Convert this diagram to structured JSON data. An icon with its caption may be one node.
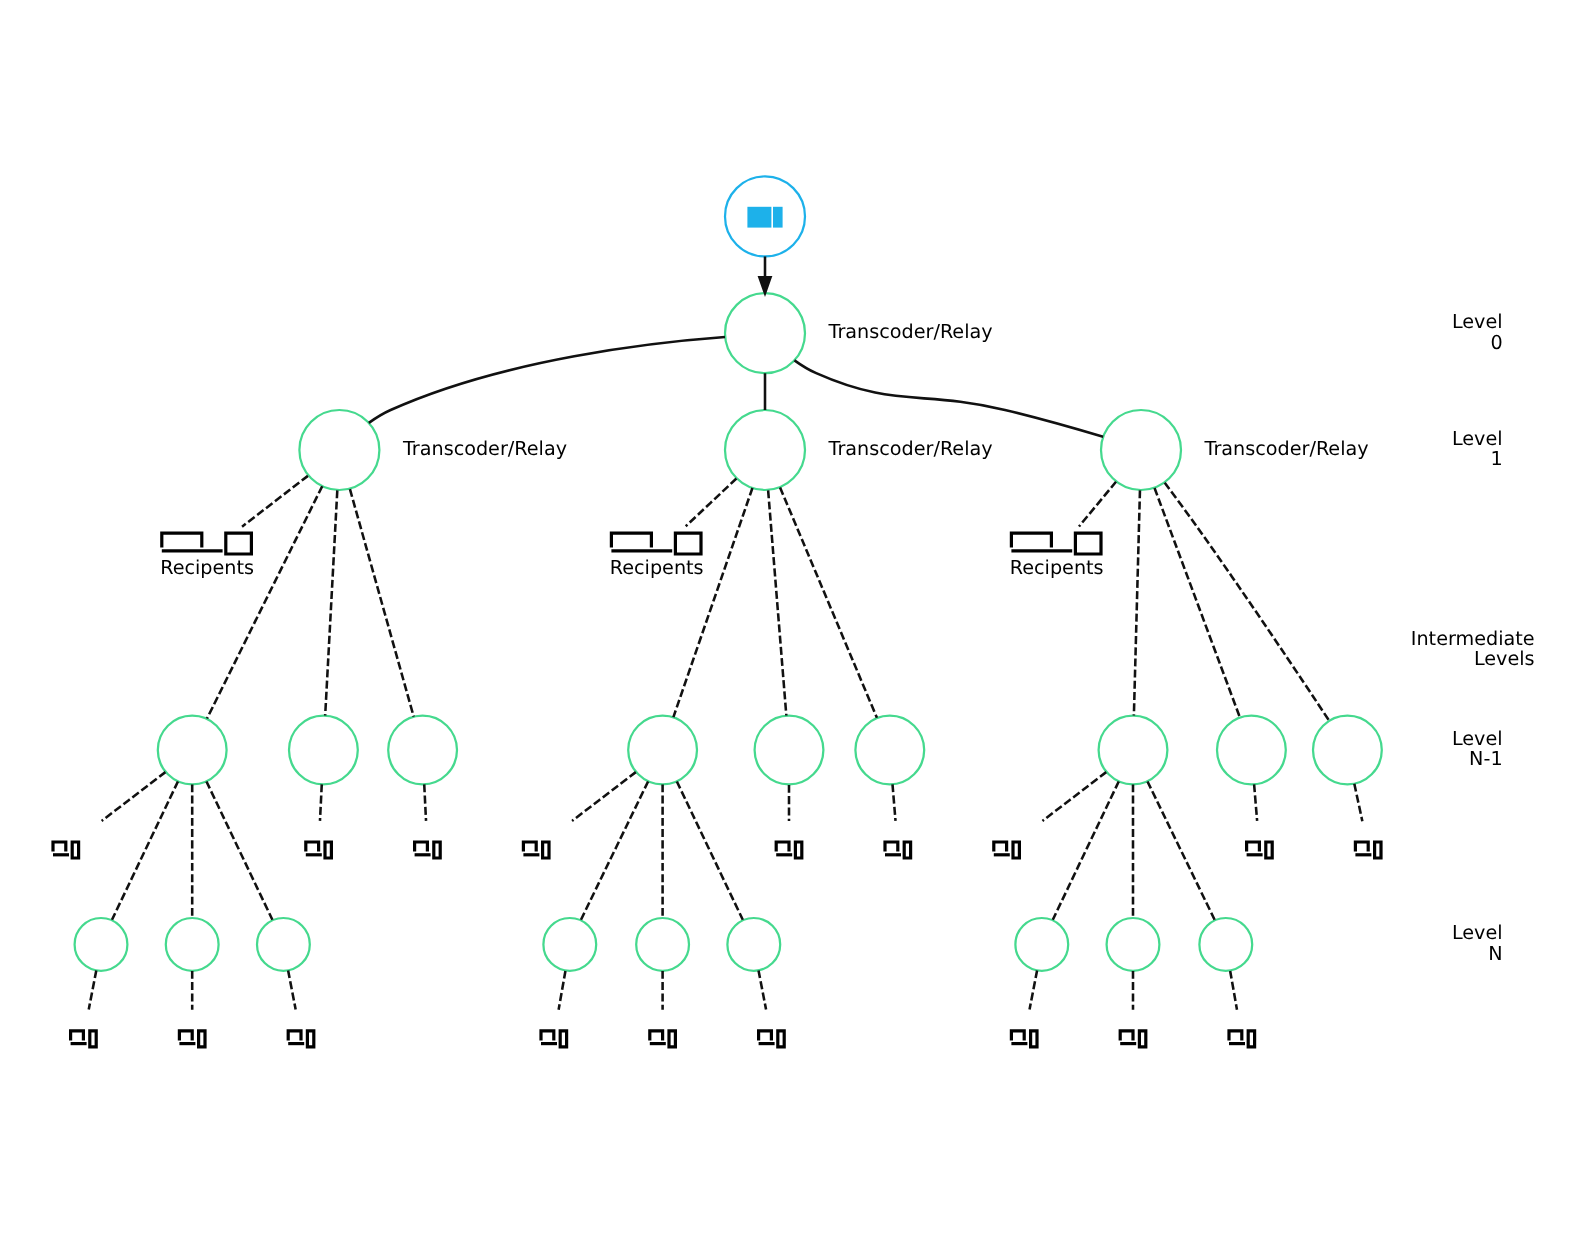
{
  "diagram": {
    "nodes": [
      {
        "text": [],
        "shape": "circle"
      },
      {
        "text": [],
        "shape": "circle",
        "beside": [
          "Transcoder/Relay"
        ]
      },
      {
        "text": [],
        "shape": "circle",
        "beside": [
          "Transcoder/Relay"
        ]
      },
      {
        "text": [],
        "shape": "circle",
        "beside": [
          "Transcoder/Relay"
        ]
      },
      {
        "text": [],
        "shape": "circle",
        "beside": [
          "Transcoder/Relay"
        ]
      },
      {
        "text": [
          "Recipents"
        ]
      },
      {
        "text": [
          "Recipents"
        ]
      },
      {
        "text": [
          "Recipents"
        ]
      },
      {
        "text": [],
        "shape": "circle"
      },
      {
        "text": [],
        "shape": "circle"
      },
      {
        "text": [],
        "shape": "circle"
      },
      {
        "text": [],
        "shape": "circle"
      },
      {
        "text": [],
        "shape": "circle"
      },
      {
        "text": [],
        "shape": "circle"
      },
      {
        "text": [],
        "shape": "circle"
      },
      {
        "text": [],
        "shape": "circle"
      },
      {
        "text": [],
        "shape": "circle"
      },
      {
        "text": [],
        "shape": "laptop"
      },
      {
        "text": [],
        "shape": "laptop"
      },
      {
        "text": [],
        "shape": "laptop"
      },
      {
        "text": [],
        "shape": "laptop"
      },
      {
        "text": [],
        "shape": "laptop"
      },
      {
        "text": [],
        "shape": "laptop"
      },
      {
        "text": [],
        "shape": "laptop"
      },
      {
        "text": [],
        "shape": "laptop"
      },
      {
        "text": [],
        "shape": "laptop"
      },
      {
        "text": [],
        "shape": "circle"
      },
      {
        "text": [],
        "shape": "circle"
      },
      {
        "text": [],
        "shape": "circle"
      },
      {
        "text": [],
        "shape": "circle"
      },
      {
        "text": [],
        "shape": "circle"
      },
      {
        "text": [],
        "shape": "circle"
      },
      {
        "text": [],
        "shape": "circle"
      },
      {
        "text": [],
        "shape": "circle"
      },
      {
        "text": [],
        "shape": "circle"
      },
      {
        "text": [],
        "shape": "laptop"
      },
      {
        "text": [],
        "shape": "laptop"
      },
      {
        "text": [],
        "shape": "laptop"
      },
      {
        "text": [],
        "shape": "laptop"
      },
      {
        "text": [],
        "shape": "laptop"
      },
      {
        "text": [],
        "shape": "laptop"
      },
      {
        "text": [],
        "shape": "laptop"
      },
      {
        "text": [],
        "shape": "laptop"
      },
      {
        "text": [],
        "shape": "laptop"
      }
    ],
    "edges": [
      {
        "from": 0,
        "to": 1,
        "arrow": "to"
      },
      {
        "from": 1,
        "to": 2,
        "arrow": "none"
      },
      {
        "from": 1,
        "to": 3,
        "arrow": "none"
      },
      {
        "from": 1,
        "to": 4,
        "arrow": "none"
      },
      {
        "from": 2,
        "to": 8,
        "arrow": "none",
        "style": "dashed"
      },
      {
        "from": 2,
        "to": 9,
        "arrow": "none",
        "style": "dashed"
      },
      {
        "from": 2,
        "to": 10,
        "arrow": "none",
        "style": "dashed"
      },
      {
        "from": 2,
        "to": 5,
        "arrow": "none",
        "style": "dashed"
      },
      {
        "from": 3,
        "to": 11,
        "arrow": "none",
        "style": "dashed"
      },
      {
        "from": 3,
        "to": 12,
        "arrow": "none",
        "style": "dashed"
      },
      {
        "from": 3,
        "to": 13,
        "arrow": "none",
        "style": "dashed"
      },
      {
        "from": 3,
        "to": 6,
        "arrow": "none",
        "style": "dashed"
      },
      {
        "from": 4,
        "to": 14,
        "arrow": "none",
        "style": "dashed"
      },
      {
        "from": 4,
        "to": 15,
        "arrow": "none",
        "style": "dashed"
      },
      {
        "from": 4,
        "to": 16,
        "arrow": "none",
        "style": "dashed"
      },
      {
        "from": 4,
        "to": 7,
        "arrow": "none",
        "style": "dashed"
      },
      {
        "from": 8,
        "to": 26,
        "arrow": "none",
        "style": "dashed"
      },
      {
        "from": 8,
        "to": 27,
        "arrow": "none",
        "style": "dashed"
      },
      {
        "from": 8,
        "to": 28,
        "arrow": "none",
        "style": "dashed"
      },
      {
        "from": 8,
        "to": 17,
        "arrow": "none",
        "style": "dashed"
      },
      {
        "from": 9,
        "to": 18,
        "arrow": "none",
        "style": "dashed"
      },
      {
        "from": 10,
        "to": 19,
        "arrow": "none",
        "style": "dashed"
      },
      {
        "from": 11,
        "to": 29,
        "arrow": "none",
        "style": "dashed"
      },
      {
        "from": 11,
        "to": 30,
        "arrow": "none",
        "style": "dashed"
      },
      {
        "from": 11,
        "to": 31,
        "arrow": "none",
        "style": "dashed"
      },
      {
        "from": 11,
        "to": 20,
        "arrow": "none",
        "style": "dashed"
      },
      {
        "from": 12,
        "to": 21,
        "arrow": "none",
        "style": "dashed"
      },
      {
        "from": 13,
        "to": 22,
        "arrow": "none",
        "style": "dashed"
      },
      {
        "from": 14,
        "to": 32,
        "arrow": "none",
        "style": "dashed"
      },
      {
        "from": 14,
        "to": 33,
        "arrow": "none",
        "style": "dashed"
      },
      {
        "from": 14,
        "to": 34,
        "arrow": "none",
        "style": "dashed"
      },
      {
        "from": 14,
        "to": 23,
        "arrow": "none",
        "style": "dashed"
      },
      {
        "from": 15,
        "to": 24,
        "arrow": "none",
        "style": "dashed"
      },
      {
        "from": 16,
        "to": 25,
        "arrow": "none",
        "style": "dashed"
      },
      {
        "from": 26,
        "to": 35,
        "arrow": "none",
        "style": "dashed"
      },
      {
        "from": 27,
        "to": 36,
        "arrow": "none",
        "style": "dashed"
      },
      {
        "from": 28,
        "to": 37,
        "arrow": "none",
        "style": "dashed"
      },
      {
        "from": 29,
        "to": 38,
        "arrow": "none",
        "style": "dashed"
      },
      {
        "from": 30,
        "to": 39,
        "arrow": "none",
        "style": "dashed"
      },
      {
        "from": 31,
        "to": 40,
        "arrow": "none",
        "style": "dashed"
      },
      {
        "from": 32,
        "to": 41,
        "arrow": "none",
        "style": "dashed"
      },
      {
        "from": 33,
        "to": 42,
        "arrow": "none",
        "style": "dashed"
      },
      {
        "from": 34,
        "to": 43,
        "arrow": "none",
        "style": "dashed"
      }
    ],
    "labels": [
      "Level 0",
      "Level 1",
      "Intermediate Levels",
      "Level N-1",
      "Level N"
    ]
  }
}
